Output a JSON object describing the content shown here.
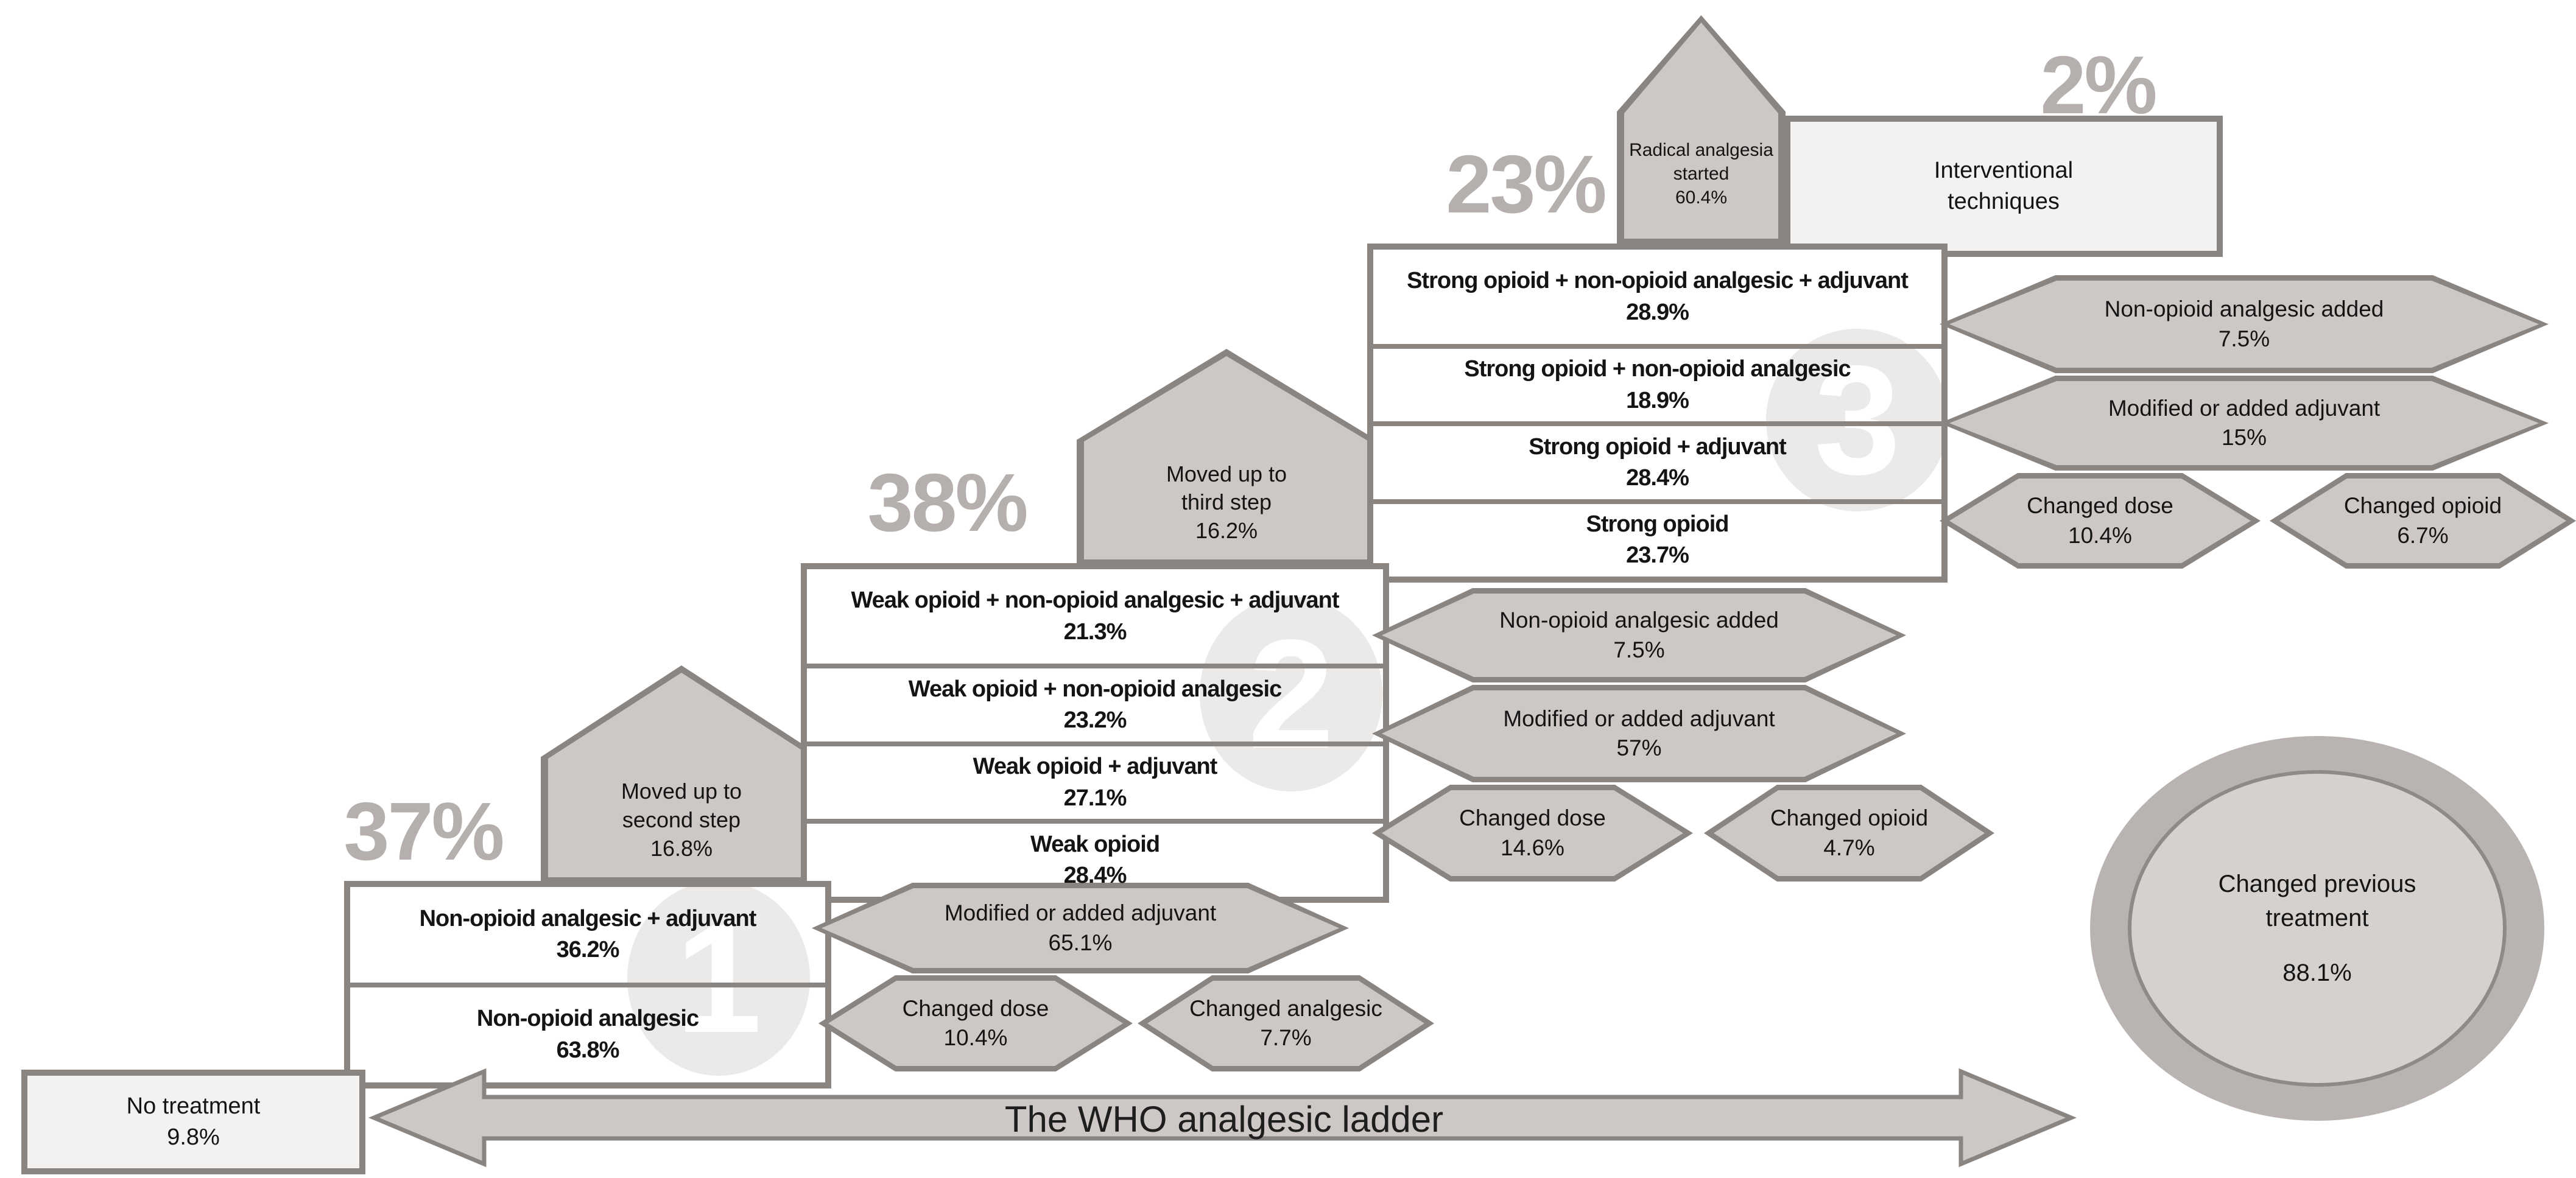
{
  "ladder_title": "The WHO analgesic ladder",
  "no_treatment": {
    "label": "No treatment",
    "value": "9.8%"
  },
  "interventional": {
    "lines": [
      "Interventional",
      "techniques"
    ]
  },
  "radical": {
    "lines": [
      "Radical analgesia",
      "started"
    ],
    "value": "60.4%"
  },
  "entry_percentages": {
    "step2": "37%",
    "step3": "38%",
    "radical": "23%",
    "interventional": "2%"
  },
  "moves": {
    "second": {
      "lines": [
        "Moved up to",
        "second step"
      ],
      "value": "16.8%"
    },
    "third": {
      "lines": [
        "Moved up to",
        "third step"
      ],
      "value": "16.2%"
    }
  },
  "steps": [
    {
      "number": "1",
      "rows": [
        {
          "label": "Non-opioid analgesic + adjuvant",
          "value": "36.2%"
        },
        {
          "label": "Non-opioid analgesic",
          "value": "63.8%"
        }
      ]
    },
    {
      "number": "2",
      "rows": [
        {
          "label": "Weak opioid + non-opioid analgesic + adjuvant",
          "value": "21.3%"
        },
        {
          "label": "Weak opioid + non-opioid analgesic",
          "value": "23.2%"
        },
        {
          "label": "Weak opioid + adjuvant",
          "value": "27.1%"
        },
        {
          "label": "Weak opioid",
          "value": "28.4%"
        }
      ]
    },
    {
      "number": "3",
      "rows": [
        {
          "label": "Strong opioid + non-opioid analgesic + adjuvant",
          "value": "28.9%"
        },
        {
          "label": "Strong opioid + non-opioid analgesic",
          "value": "18.9%"
        },
        {
          "label": "Strong opioid + adjuvant",
          "value": "28.4%"
        },
        {
          "label": "Strong opioid",
          "value": "23.7%"
        }
      ]
    }
  ],
  "modifications": {
    "step1": [
      {
        "label": "Modified or added adjuvant",
        "value": "65.1%"
      },
      {
        "label": "Changed dose",
        "value": "10.4%"
      },
      {
        "label": "Changed analgesic",
        "value": "7.7%"
      }
    ],
    "step2": [
      {
        "label": "Non-opioid analgesic added",
        "value": "7.5%"
      },
      {
        "label": "Modified or added adjuvant",
        "value": "57%"
      },
      {
        "label": "Changed dose",
        "value": "14.6%"
      },
      {
        "label": "Changed opioid",
        "value": "4.7%"
      }
    ],
    "step3": [
      {
        "label": "Non-opioid analgesic added",
        "value": "7.5%"
      },
      {
        "label": "Modified or added adjuvant",
        "value": "15%"
      },
      {
        "label": "Changed dose",
        "value": "10.4%"
      },
      {
        "label": "Changed opioid",
        "value": "6.7%"
      }
    ]
  },
  "changed_previous": {
    "lines": [
      "Changed previous",
      "treatment"
    ],
    "value": "88.1%"
  },
  "colors": {
    "shape_fill": "#cdc8c5",
    "shape_border": "#8b8582",
    "light_fill": "#f3f2f1",
    "big_percent": "#b5b0ad",
    "watermark": "#eceae8",
    "ring_outer": "#b9b4b1",
    "ring_inner": "#d5d1ce",
    "text": "#141414"
  }
}
